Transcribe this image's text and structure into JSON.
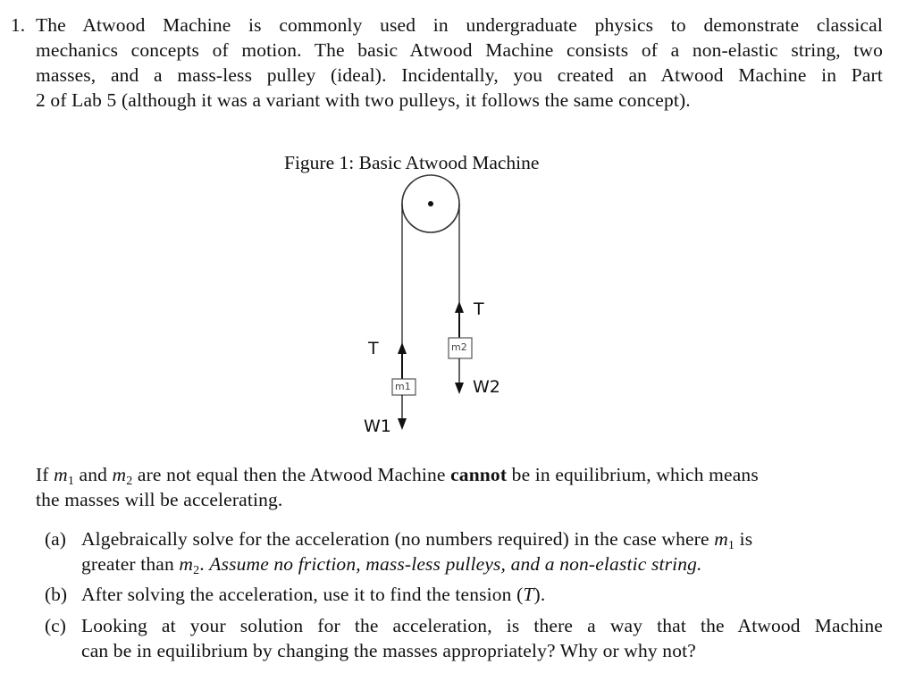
{
  "problem": {
    "number": "1.",
    "intro_lines": [
      "The Atwood Machine is commonly used in undergraduate physics to demonstrate classical",
      "mechanics concepts of motion. The basic Atwood Machine consists of a non-elastic string, two",
      "masses, and a mass-less pulley (ideal). Incidentally, you created an Atwood Machine in Part",
      "2 of Lab 5 (although it was a variant with two pulleys, it follows the same concept)."
    ]
  },
  "figure": {
    "caption": "Figure 1: Basic Atwood Machine",
    "labels": {
      "tension_left": "T",
      "tension_right": "T",
      "mass1": "m1",
      "mass2": "m2",
      "weight1": "W1",
      "weight2": "W2"
    }
  },
  "statement": {
    "line1_prefix": "If ",
    "m1": "m",
    "m1_sub": "1",
    "and": " and ",
    "m2": "m",
    "m2_sub": "2",
    "line1_mid": " are not equal then the Atwood Machine ",
    "bold_word": "cannot",
    "line1_suffix": " be in equilibrium, which means",
    "line2": "the masses will be accelerating."
  },
  "questions": [
    {
      "label": "(a)",
      "line1_prefix": "Algebraically solve for the acceleration (no numbers required) in the case where ",
      "var": "m",
      "var_sub": "1",
      "line1_suffix": " is",
      "line2_prefix": "greater than ",
      "var2": "m",
      "var2_sub": "2",
      "line2_period": ". ",
      "line2_italic": "Assume no friction, mass-less pulleys, and a non-elastic string."
    },
    {
      "label": "(b)",
      "text_prefix": "After solving the acceleration, use it to find the tension (",
      "var": "T",
      "text_suffix": ")."
    },
    {
      "label": "(c)",
      "line1": "Looking at your solution for the acceleration, is there a way that the Atwood Machine",
      "line2": "can be in equilibrium by changing the masses appropriately? Why or why not?"
    }
  ]
}
